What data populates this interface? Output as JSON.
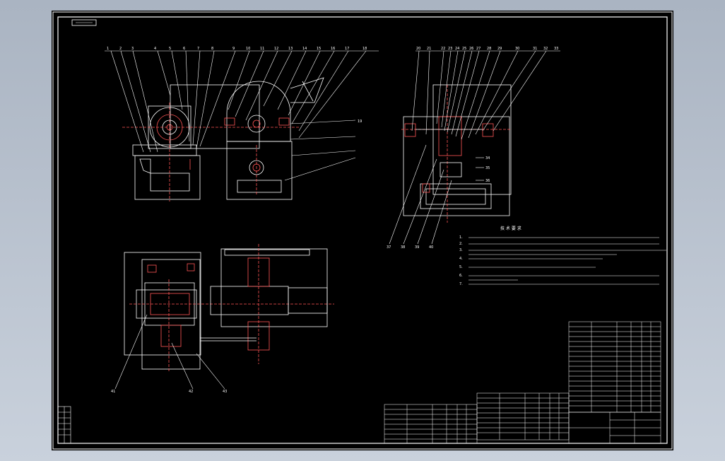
{
  "drawing": {
    "stamp_text": "",
    "title_block": {
      "drawing_name": "",
      "drawing_number": ""
    },
    "balloons": {
      "top_left": [
        "1",
        "2",
        "3",
        "4",
        "5",
        "6",
        "7",
        "8",
        "9",
        "10",
        "11",
        "12",
        "13",
        "14",
        "15",
        "16",
        "17",
        "18",
        "19"
      ],
      "top_right": [
        "20",
        "21",
        "22",
        "23",
        "24",
        "25",
        "26",
        "27",
        "28",
        "29",
        "30",
        "31",
        "32",
        "33"
      ],
      "side_right": [
        "34",
        "35",
        "36"
      ],
      "bottom_right": [
        "37",
        "38",
        "39",
        "40"
      ],
      "bottom_left": [
        "41",
        "42",
        "43"
      ]
    },
    "technical_requirements": {
      "title": "技 术 要 求",
      "items": [
        "1. ",
        "2. ",
        "3. ",
        "4. ",
        "5. ",
        "6. ",
        "7. "
      ]
    }
  }
}
